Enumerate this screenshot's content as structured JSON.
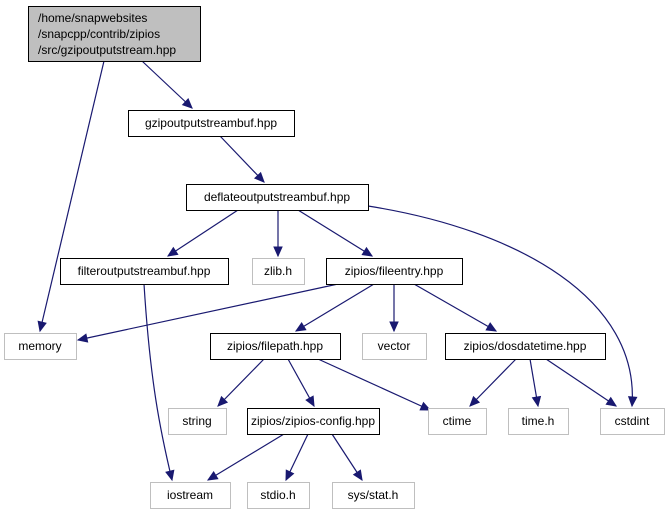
{
  "colors": {
    "edge": "#191970",
    "root_fill": "#bfbfbf",
    "documented_border": "#000000",
    "external_border": "#bfbfbf",
    "node_fill": "#ffffff"
  },
  "nodes": [
    {
      "id": "root",
      "label_lines": [
        "/home/snapwebsites",
        "/snapcpp/contrib/zipios",
        "/src/gzipoutputstream.hpp"
      ],
      "kind": "root"
    },
    {
      "id": "gzipoutputstreambuf",
      "label_lines": [
        "gzipoutputstreambuf.hpp"
      ],
      "kind": "documented"
    },
    {
      "id": "deflateoutputstreambuf",
      "label_lines": [
        "deflateoutputstreambuf.hpp"
      ],
      "kind": "documented"
    },
    {
      "id": "filteroutputstreambuf",
      "label_lines": [
        "filteroutputstreambuf.hpp"
      ],
      "kind": "documented"
    },
    {
      "id": "zlib",
      "label_lines": [
        "zlib.h"
      ],
      "kind": "external"
    },
    {
      "id": "fileentry",
      "label_lines": [
        "zipios/fileentry.hpp"
      ],
      "kind": "documented"
    },
    {
      "id": "memory",
      "label_lines": [
        "memory"
      ],
      "kind": "external"
    },
    {
      "id": "filepath",
      "label_lines": [
        "zipios/filepath.hpp"
      ],
      "kind": "documented"
    },
    {
      "id": "vector",
      "label_lines": [
        "vector"
      ],
      "kind": "external"
    },
    {
      "id": "dosdatetime",
      "label_lines": [
        "zipios/dosdatetime.hpp"
      ],
      "kind": "documented"
    },
    {
      "id": "string",
      "label_lines": [
        "string"
      ],
      "kind": "external"
    },
    {
      "id": "zipiosconfig",
      "label_lines": [
        "zipios/zipios-config.hpp"
      ],
      "kind": "documented"
    },
    {
      "id": "ctime",
      "label_lines": [
        "ctime"
      ],
      "kind": "external"
    },
    {
      "id": "timeh",
      "label_lines": [
        "time.h"
      ],
      "kind": "external"
    },
    {
      "id": "cstdint",
      "label_lines": [
        "cstdint"
      ],
      "kind": "external"
    },
    {
      "id": "iostream",
      "label_lines": [
        "iostream"
      ],
      "kind": "external"
    },
    {
      "id": "stdioh",
      "label_lines": [
        "stdio.h"
      ],
      "kind": "external"
    },
    {
      "id": "sysstat",
      "label_lines": [
        "sys/stat.h"
      ],
      "kind": "external"
    }
  ],
  "edges": [
    {
      "from": "root",
      "to": "gzipoutputstreambuf"
    },
    {
      "from": "root",
      "to": "memory"
    },
    {
      "from": "gzipoutputstreambuf",
      "to": "deflateoutputstreambuf"
    },
    {
      "from": "deflateoutputstreambuf",
      "to": "filteroutputstreambuf"
    },
    {
      "from": "deflateoutputstreambuf",
      "to": "zlib"
    },
    {
      "from": "deflateoutputstreambuf",
      "to": "fileentry"
    },
    {
      "from": "deflateoutputstreambuf",
      "to": "cstdint"
    },
    {
      "from": "filteroutputstreambuf",
      "to": "iostream"
    },
    {
      "from": "fileentry",
      "to": "memory"
    },
    {
      "from": "fileentry",
      "to": "filepath"
    },
    {
      "from": "fileentry",
      "to": "vector"
    },
    {
      "from": "fileentry",
      "to": "dosdatetime"
    },
    {
      "from": "filepath",
      "to": "string"
    },
    {
      "from": "filepath",
      "to": "zipiosconfig"
    },
    {
      "from": "filepath",
      "to": "ctime"
    },
    {
      "from": "dosdatetime",
      "to": "ctime"
    },
    {
      "from": "dosdatetime",
      "to": "timeh"
    },
    {
      "from": "dosdatetime",
      "to": "cstdint"
    },
    {
      "from": "zipiosconfig",
      "to": "iostream"
    },
    {
      "from": "zipiosconfig",
      "to": "stdioh"
    },
    {
      "from": "zipiosconfig",
      "to": "sysstat"
    }
  ]
}
